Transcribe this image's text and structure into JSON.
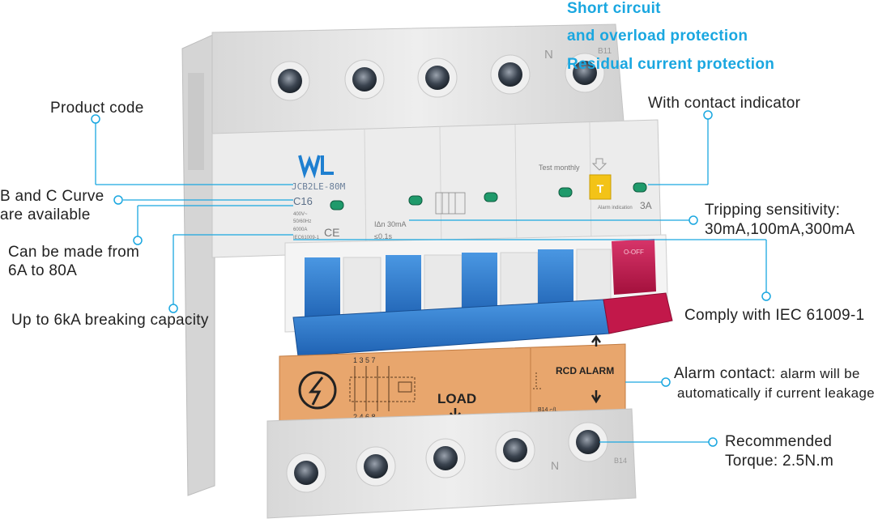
{
  "headline": {
    "line1": "Short circuit",
    "line2": "and overload protection",
    "line3": "Residual current protection"
  },
  "callouts": {
    "product_code": "Product code",
    "curve_line1": "B and C Curve",
    "curve_line2": "are available",
    "range_line1": "Can be made from",
    "range_line2": "6A to 80A",
    "breaking": "Up to 6kA breaking capacity",
    "contact_indicator": "With contact indicator",
    "sensitivity_line1": "Tripping sensitivity:",
    "sensitivity_line2": "30mA,100mA,300mA",
    "iec": "Comply with IEC 61009-1",
    "alarm_line1_a": "Alarm contact:",
    "alarm_line1_b": "alarm will be",
    "alarm_line2": "automatically if current leakage",
    "torque_line1": "Recommended",
    "torque_line2": "Torque: 2.5N.m"
  },
  "device": {
    "model": "JCB2LE-80M",
    "rating": "C16",
    "spec1": "400V~",
    "spec2": "50/60Hz",
    "spec3": "6000A",
    "spec4": "IEC61009-1",
    "ce_mark": "CE",
    "residual": "IΔn 30mA",
    "delay": "≤0.1s",
    "test_label": "Test monthly",
    "test_button": "T",
    "alarm_indication": "Alarm indication",
    "alarm_rating": "3A",
    "top_n": "N",
    "top_code": "B11",
    "bottom_n": "N",
    "bottom_code": "B14",
    "load_label": "LOAD",
    "rcd_alarm": "RCD ALARM",
    "terminals_top": "1 3 5 7",
    "terminals_bottom": "2 4 6 8",
    "rcd_code": "B14 ⌐/L",
    "off_label": "O-OFF",
    "brand": "WL"
  },
  "colors": {
    "headline": "#1aa7e0",
    "callout_line": "#1aa7e0",
    "handle_blue": "#2f7fd0",
    "handle_red": "#c2184a",
    "label_orange": "#e8a66d"
  }
}
